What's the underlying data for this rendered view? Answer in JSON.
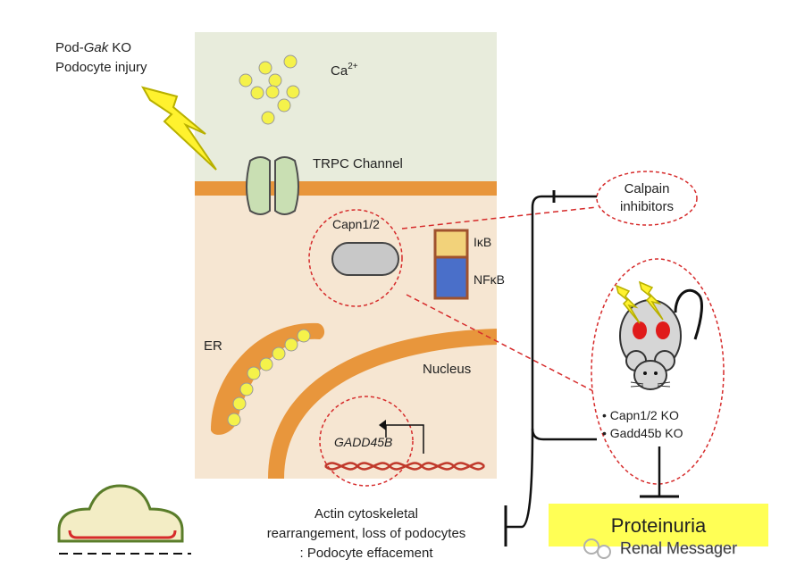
{
  "trigger": {
    "line1_prefix": "Pod-",
    "line1_italic": "Gak",
    "line1_suffix": " KO",
    "line2": "Podocyte injury"
  },
  "labels": {
    "ca_base": "Ca",
    "ca_superscript": "2+",
    "trpc": "TRPC Channel",
    "capn": "Capn1/2",
    "ikb": "IκB",
    "nfkb": "NFκB",
    "er": "ER",
    "nucleus": "Nucleus",
    "gadd45b": "GADD45B"
  },
  "calpain_inhibitors": {
    "line1": "Calpain",
    "line2": "inhibitors"
  },
  "mouse_knockouts": [
    "• Capn1/2 KO",
    "• Gadd45b KO"
  ],
  "outcome_text": {
    "line1": "Actin cytoskeletal",
    "line2": "rearrangement, loss of podocytes",
    "line3": ": Podocyte effacement"
  },
  "proteinuria": "Proteinuria",
  "watermark": "Renal Messager",
  "colors": {
    "extracellular": "#e8ecdc",
    "cytoplasm": "#f6e6d2",
    "membrane": "#e8963c",
    "calcium": "#f5f24a",
    "trpc_channel": "#c9dfb3",
    "capn": "#c8c8c8",
    "ikb": "#f2d27a",
    "nfkb": "#4a6fc9",
    "box_border": "#a0522d",
    "dna": "#c0392b",
    "dashed": "#d62b2b",
    "mouse_body": "#d6d6d6",
    "mouse_kidney": "#e01b1b",
    "lightning": "#fff22e",
    "proteinuria_bg": "#ffff55",
    "inhibition": "#111111"
  }
}
